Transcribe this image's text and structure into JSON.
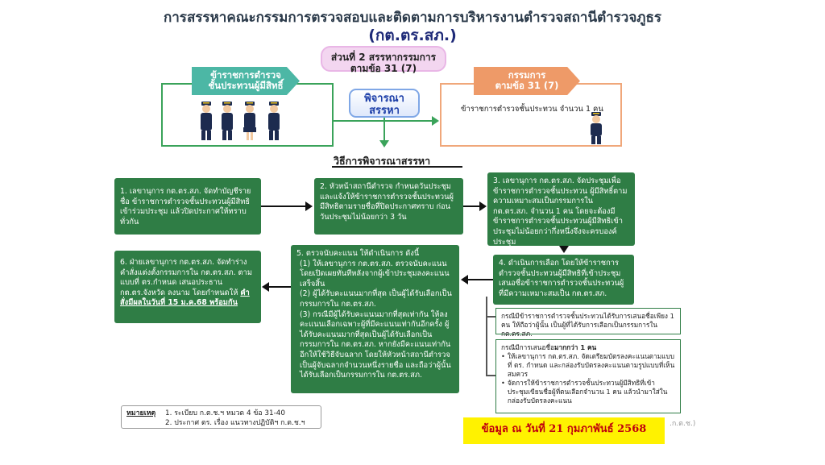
{
  "header": {
    "title_line1": "การสรรหาคณะกรรมการตรวจสอบและติดตามการบริหารงานตำรวจสถานีตำรวจภูธร",
    "title_line2": "(กต.ตร.สภ.)"
  },
  "section": {
    "line1": "ส่วนที่ 2 สรรหากรรมการ",
    "line2": "ตามข้อ 31 (7)"
  },
  "left_panel": {
    "ribbon_line1": "ข้าราชการตำรวจ",
    "ribbon_line2": "ชั้นประทวนผู้มีสิทธิ์"
  },
  "consider": {
    "line1": "พิจารณา",
    "line2": "สรรหา"
  },
  "right_panel": {
    "ribbon_line1": "กรรมการ",
    "ribbon_line2": "ตามข้อ 31 (7)",
    "text": "ข้าราชการตำรวจชั้นประทวน จำนวน 1 คน"
  },
  "method_title": "วิธีการพิจารณาสรรหา",
  "steps": {
    "s1": "1. เลขานุการ กต.ตร.สภ. จัดทำบัญชีรายชื่อ ข้าราชการตำรวจชั้นประทวนผู้มีสิทธิเข้าร่วมประชุม แล้วปิดประกาศให้ทราบทั่วกัน",
    "s2": "2. หัวหน้าสถานีตำรวจ กำหนดวันประชุม และแจ้งให้ข้าราชการตำรวจชั้นประทวนผู้มีสิทธิตามรายชื่อที่ปิดประกาศทราบ ก่อนวันประชุมไม่น้อยกว่า 3 วัน",
    "s3": "3. เลขานุการ กต.ตร.สภ. จัดประชุมเพื่อข้าราชการตำรวจชั้นประทวน ผู้มีสิทธิ์ตามความเหมาะสมเป็นกรรมการใน กต.ตร.สภ. จำนวน 1 คน โดยจะต้องมีข้าราชการตำรวจชั้นประทวนผู้มีสิทธิเข้าประชุมไม่น้อยกว่ากึ่งหนึ่งจึงจะครบองค์ประชุม",
    "s4": "4. ดำเนินการเลือก โดยให้ข้าราชการตำรวจชั้นประทวนผู้มีสิทธิที่เข้าประชุมเสนอชื่อข้าราชการตำรวจชั้นประทวนผู้ที่มีความเหมาะสมเป็น กต.ตร.สภ.",
    "s5_intro": "5. ตรวจนับคะแนน ให้ดำเนินการ ดังนี้",
    "s5_1": "(1) ให้เลขานุการ กต.ตร.สภ. ตรวจนับคะแนนโดยเปิดเผยทันทีหลังจากผู้เข้าประชุมลงคะแนนเสร็จสิ้น",
    "s5_2": "(2) ผู้ได้รับคะแนนมากที่สุด เป็นผู้ได้รับเลือกเป็นกรรมการใน กต.ตร.สภ.",
    "s5_3": "(3) กรณีมีผู้ได้รับคะแนนมากที่สุดเท่ากัน ให้ลงคะแนนเลือกเฉพาะผู้ที่มีคะแนนเท่ากันอีกครั้ง ผู้ได้รับคะแนนมากที่สุดเป็นผู้ได้รับเลือกเป็นกรรมการใน กต.ตร.สภ. หากยังมีคะแนนเท่ากันอีกให้ใช้วิธีจับฉลาก โดยให้หัวหน้าสถานีตำรวจเป็นผู้จับฉลากจำนวนหนึ่งรายชื่อ และถือว่าผู้นั้นได้รับเลือกเป็นกรรมการใน กต.ตร.สภ.",
    "s6": "6. ฝ่ายเลขานุการ กต.ตร.สภ. จัดทำร่างคำสั่งแต่งตั้งกรรมการใน กต.ตร.สภ. ตามแบบที่ ตร.กำหนด เสนอประธาน กต.ตร.จังหวัด ลงนาม โดยกำหนดให้",
    "s6_emph": "คำสั่งมีผลในวันที่ 15 ม.ค.68 พร้อมกัน"
  },
  "note_single": "กรณีมีข้าราชการตำรวจชั้นประทวนได้รับการเสนอชื่อเพียง 1 คน ให้ถือว่าผู้นั้น เป็นผู้ที่ได้รับการเลือกเป็นกรรมการใน กต.ตร.สภ.",
  "note_multi": {
    "heading_pre": "กรณีมีการเสนอชื่อ",
    "heading_bold": "มากกว่า 1 คน",
    "bullet1": "ให้เลขานุการ กต.ตร.สภ. จัดเตรียมบัตรลงคะแนนตามแบบที่ ตร. กำหนด และกล่องรับบัตรลงคะแนนตามรูปแบบที่เห็นสมควร",
    "bullet2": "จัดการให้ข้าราชการตำรวจชั้นประทวนผู้มีสิทธิที่เข้าประชุมเขียนชื่อผู้ที่ตนเลือกจำนวน 1 คน แล้วนำมาใส่ในกล่องรับบัตรลงคะแนน"
  },
  "remark": {
    "label": "หมายเหตุ",
    "item1": "1. ระเบียบ ก.ต.ช.ฯ หมวด 4 ข้อ 31-40",
    "item2": "2. ประกาศ ตร. เรื่อง แนวทางปฏิบัติฯ ก.ต.ช.ฯ"
  },
  "date_note": "ข้อมูล ณ วันที่ 21 กุมภาพันธ์ 2568",
  "watermark_text": ".ก.ต.ช.)",
  "colors": {
    "green_box": "#2f7d45",
    "frame_green": "#3aa35a",
    "ribbon_teal": "#4cb7a5",
    "ribbon_orange": "#ee9a68",
    "pill_pink": "#f3d6f0",
    "date_yellow": "#fff200",
    "date_red": "#c0000e"
  },
  "icons": [
    "police-officers-group",
    "police-officer"
  ]
}
